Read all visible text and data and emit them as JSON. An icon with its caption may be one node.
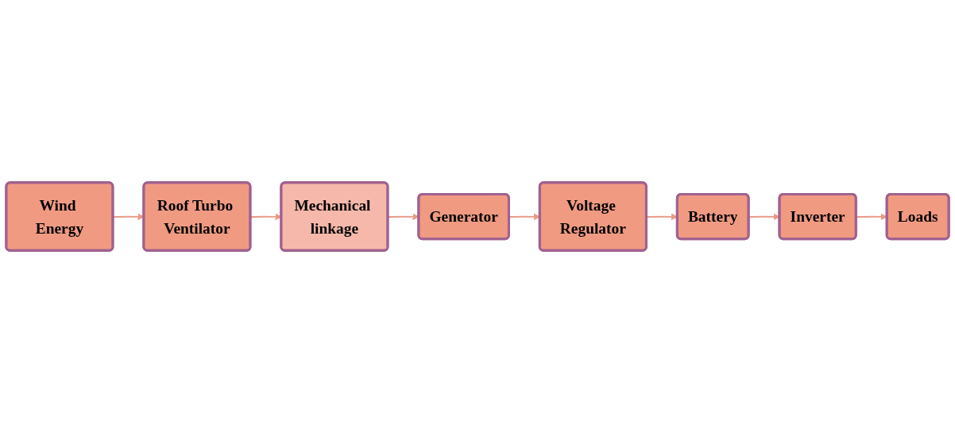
{
  "diagram": {
    "nodes": [
      {
        "text": [
          "Wind Energy"
        ]
      },
      {
        "text": [
          "Roof Turbo Ventilator"
        ]
      },
      {
        "text": [
          "Mechanical linkage"
        ]
      },
      {
        "text": [
          "Generator"
        ]
      },
      {
        "text": [
          "Voltage Regulator"
        ]
      },
      {
        "text": [
          "Battery"
        ]
      },
      {
        "text": [
          "Inverter"
        ]
      },
      {
        "text": [
          "Loads"
        ]
      }
    ],
    "edges": [
      {
        "from": 0,
        "to": 1,
        "arrow": "to"
      },
      {
        "from": 1,
        "to": 2,
        "arrow": "to"
      },
      {
        "from": 2,
        "to": 3,
        "arrow": "to"
      },
      {
        "from": 3,
        "to": 4,
        "arrow": "to"
      },
      {
        "from": 4,
        "to": 5,
        "arrow": "to"
      },
      {
        "from": 5,
        "to": 6,
        "arrow": "to"
      },
      {
        "from": 6,
        "to": 7,
        "arrow": "to"
      }
    ]
  }
}
